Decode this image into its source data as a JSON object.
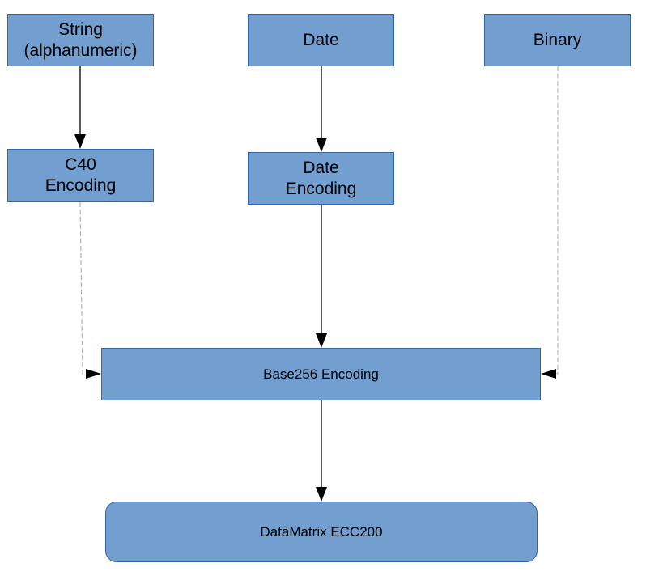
{
  "diagram": {
    "nodes": {
      "string": {
        "label": "String\n(alphanumeric)"
      },
      "date": {
        "label": "Date"
      },
      "binary": {
        "label": "Binary"
      },
      "c40": {
        "label": "C40\nEncoding"
      },
      "date_encoding": {
        "label": "Date\nEncoding"
      },
      "base256": {
        "label": "Base256 Encoding"
      },
      "datamatrix": {
        "label": "DataMatrix ECC200"
      }
    },
    "colors": {
      "node_fill": "#729fcf",
      "node_border": "#3465a4",
      "edge_solid": "#000000",
      "edge_dashed": "#b3b3b3"
    },
    "edges": [
      {
        "from": "string",
        "to": "c40",
        "style": "solid"
      },
      {
        "from": "date",
        "to": "date_encoding",
        "style": "solid"
      },
      {
        "from": "c40",
        "to": "base256",
        "style": "dashed"
      },
      {
        "from": "date_encoding",
        "to": "base256",
        "style": "solid"
      },
      {
        "from": "binary",
        "to": "base256",
        "style": "dashed"
      },
      {
        "from": "base256",
        "to": "datamatrix",
        "style": "solid"
      }
    ]
  }
}
